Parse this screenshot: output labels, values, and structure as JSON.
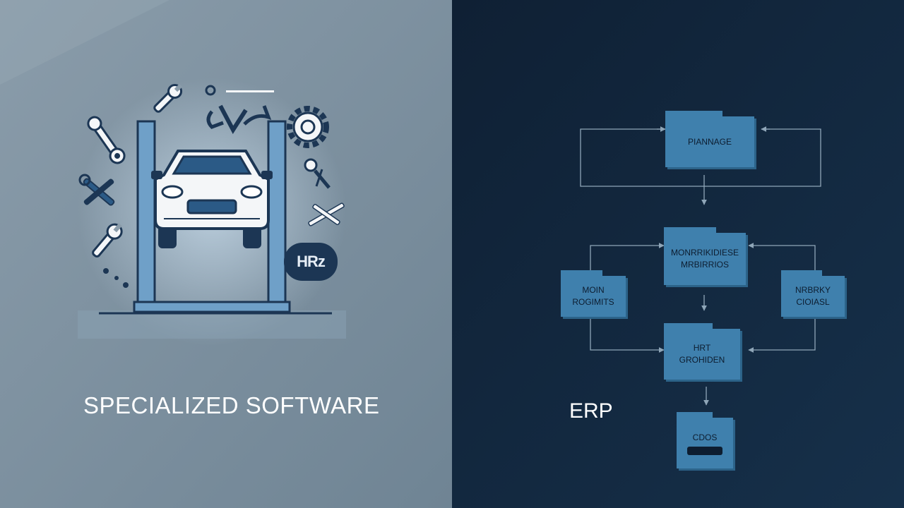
{
  "left_panel": {
    "title": "SPECIALIZED SOFTWARE",
    "badge": "HRz",
    "background": "#7a8e9c",
    "icons": [
      "wrench-icon",
      "gear-icon",
      "car-icon",
      "car-lift-icon",
      "tools-icon"
    ]
  },
  "right_panel": {
    "title": "ERP",
    "background": "#112337",
    "node_color": "#3f80ad",
    "nodes": {
      "top": [
        "PIANNAGE"
      ],
      "center": [
        "MONRRIKIDIESE",
        "MRBIRRIOS"
      ],
      "left": [
        "MOIN",
        "ROGIMITS"
      ],
      "right": [
        "NRBRKY",
        "CIOIASL"
      ],
      "lower": [
        "HRT",
        "GROHIDEN"
      ],
      "bottom": [
        "CDOS"
      ]
    }
  }
}
